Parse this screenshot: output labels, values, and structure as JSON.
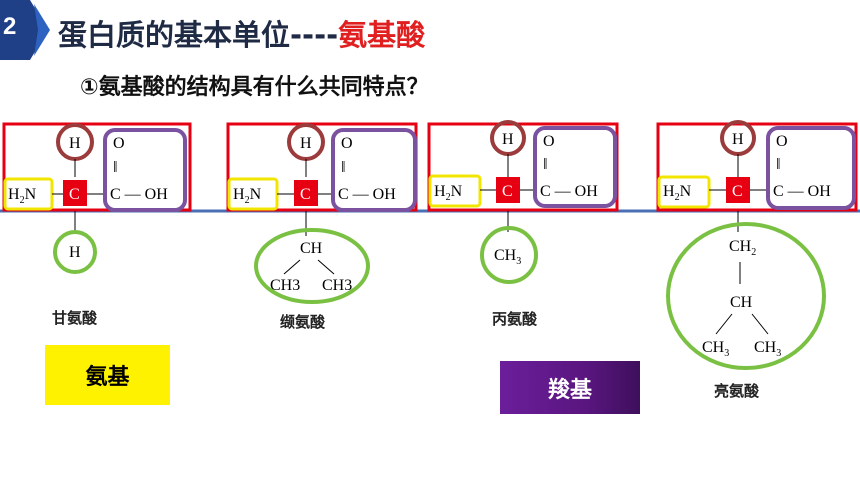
{
  "header": {
    "number": "2",
    "title_main": "蛋白质的基本单位----",
    "title_highlight": "氨基酸"
  },
  "question": "①氨基酸的结构具有什么共同特点？",
  "common": {
    "h": "H",
    "c": "C",
    "o": "O",
    "double": "‖",
    "cooh": "C — OH",
    "h2n_sub": "2",
    "h2n_h": "H",
    "h2n_n": "N"
  },
  "molecules": [
    {
      "name": "甘氨酸",
      "r_group": "H"
    },
    {
      "name": "缬氨酸",
      "r_top": "CH",
      "r_left": "CH3",
      "r_right": "CH3"
    },
    {
      "name": "丙氨酸",
      "r_group": "CH3"
    },
    {
      "name": "亮氨酸",
      "r_top": "CH2",
      "r_mid": "CH",
      "r_left": "CH3",
      "r_right": "CH3"
    }
  ],
  "legend": {
    "amino": "氨基",
    "carboxyl": "羧基"
  },
  "colors": {
    "red": "#e60012",
    "yellow": "#f2e600",
    "purple": "#7a52a0",
    "brown": "#9b3b3b",
    "green": "#7ac143",
    "blue_line": "#4a6fb5"
  }
}
